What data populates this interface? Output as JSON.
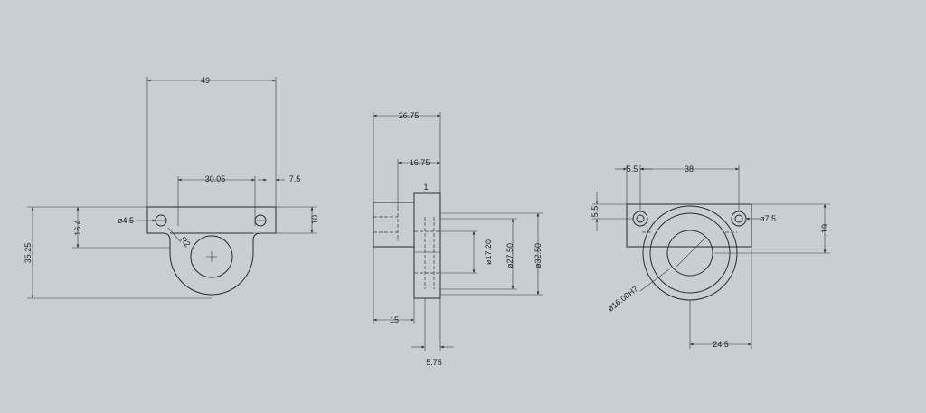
{
  "colors": {
    "paper": "#c9ced2",
    "ink": "#2a2a2a"
  },
  "front_view": {
    "dim_width": "49",
    "dim_hole_spacing": "30.05",
    "dim_edge_offset": "7.5",
    "dim_hole_dia": "ø4.5",
    "dim_hole_height": "16.4",
    "dim_radius": "R2",
    "dim_total_height": "35.25",
    "dim_flange_thickness": "10"
  },
  "side_view": {
    "dim_depth": "26.75",
    "dim_body_depth": "16.75",
    "dim_step": "1",
    "dim_inner_dia": "ø17.20",
    "dim_mid_dia": "ø27.50",
    "dim_outer_dia": "ø32.50",
    "dim_flange": "15",
    "dim_lip": "5.75"
  },
  "bottom_view": {
    "dim_edge_offset": "5.5",
    "dim_hole_spacing": "38",
    "dim_side_offset": "5.5",
    "dim_hole_dia": "ø7.5",
    "dim_height": "19",
    "dim_bore": "ø16.00H7",
    "dim_center_offset": "24.5"
  }
}
